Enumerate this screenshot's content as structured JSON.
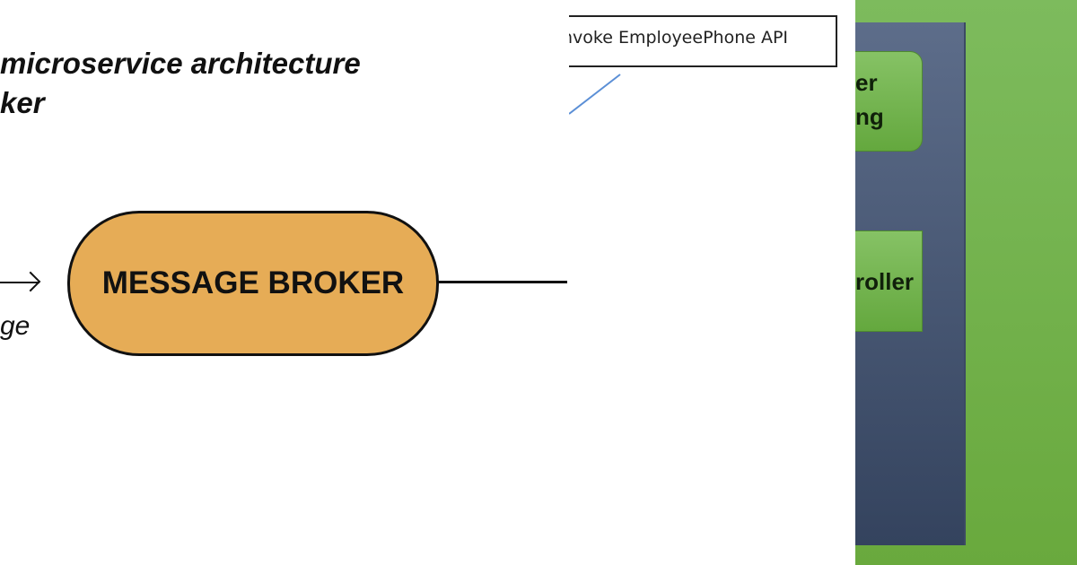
{
  "left_panel": {
    "heading_line_1": "microservice architecture",
    "heading_line_2": "ker",
    "message_label": "ge",
    "broker_label": "MESSAGE BROKER",
    "broker_color": "#e6ac56"
  },
  "middle_panel": {
    "callout_text": "nvoke EmployeePhone API"
  },
  "right_panel": {
    "top_box_line_1": "er",
    "top_box_line_2": "ng",
    "bottom_box_text": "roller",
    "background_color": "#72b14c",
    "container_color": "#4a5874"
  }
}
